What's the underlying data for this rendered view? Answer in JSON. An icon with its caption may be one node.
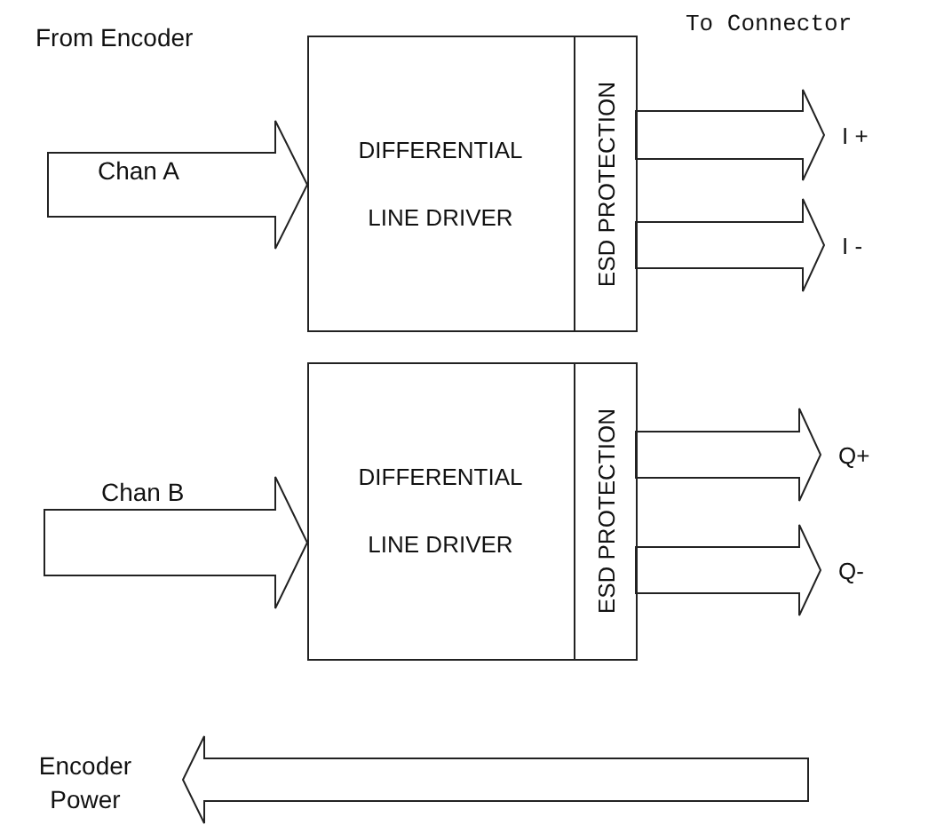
{
  "diagram": {
    "nodes": [
      {
        "text": [
          "DIFFERENTIAL LINE DRIVER"
        ]
      },
      {
        "text": [
          "ESD PROTECTION"
        ],
        "in": 0
      },
      {
        "text": [
          "I +"
        ]
      },
      {
        "text": [
          "I -"
        ]
      },
      {
        "text": [
          "DIFFERENTIAL LINE DRIVER"
        ]
      },
      {
        "text": [
          "ESD PROTECTION"
        ],
        "in": 4
      },
      {
        "text": [
          "Q+"
        ]
      },
      {
        "text": [
          "Q-"
        ]
      },
      {
        "text": [
          "Encoder Power"
        ]
      }
    ],
    "edges": [
      {
        "from": null,
        "to": 0,
        "arrow": "to",
        "label": "Chan A"
      },
      {
        "from": 1,
        "to": 2,
        "arrow": "to"
      },
      {
        "from": 1,
        "to": 3,
        "arrow": "to"
      },
      {
        "from": null,
        "to": 4,
        "arrow": "to",
        "label": "Chan B"
      },
      {
        "from": 5,
        "to": 6,
        "arrow": "to"
      },
      {
        "from": 5,
        "to": 7,
        "arrow": "to"
      },
      {
        "from": null,
        "to": 8,
        "arrow": "to"
      }
    ],
    "labels": [
      "From Encoder",
      "To Connector"
    ]
  }
}
